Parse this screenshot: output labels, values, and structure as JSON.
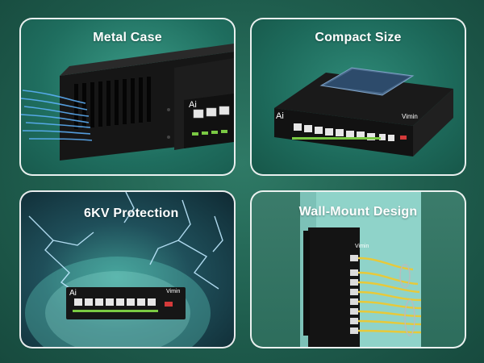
{
  "panels": [
    {
      "title": "Metal Case"
    },
    {
      "title": "Compact Size"
    },
    {
      "title": "6KV Protection"
    },
    {
      "title": "Wall-Mount Design"
    }
  ],
  "device": {
    "brand_left": "Ai",
    "rating": "6KV",
    "brand_right": "Vimin"
  },
  "colors": {
    "background": "#1f5e4e",
    "panel_border": "#ffffff",
    "cable": "#e7c93a",
    "port_led": "#7ac943",
    "device_body": "#1b1b1b",
    "column": "#8fd3c9"
  }
}
